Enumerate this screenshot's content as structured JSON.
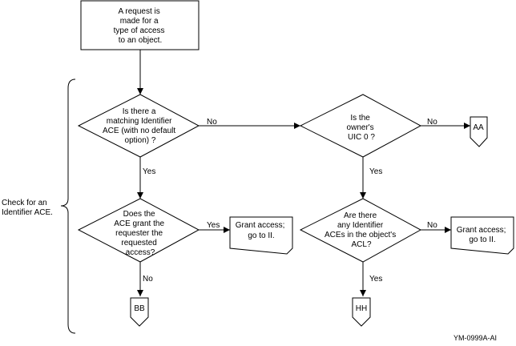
{
  "nodes": {
    "request": [
      "A request is",
      "made for a",
      "type of access",
      "to an object."
    ],
    "q_matching": [
      "Is there a",
      "matching Identifier",
      "ACE (with no default",
      "option) ?"
    ],
    "q_owner": [
      "Is the",
      "owner's",
      "UIC 0 ?"
    ],
    "q_grant": [
      "Does the",
      "ACE grant the",
      "requester the",
      "requested",
      "access?"
    ],
    "q_any": [
      "Are there",
      "any Identifier",
      "ACEs in the object's",
      "ACL?"
    ],
    "grant_left": [
      "Grant access;",
      "go to II."
    ],
    "grant_right": [
      "Grant access;",
      "go to II."
    ],
    "conn_aa": "AA",
    "conn_bb": "BB",
    "conn_hh": "HH"
  },
  "edges": {
    "matching_no": "No",
    "matching_yes": "Yes",
    "owner_no": "No",
    "owner_yes": "Yes",
    "grant_yes": "Yes",
    "grant_no": "No",
    "any_no": "No",
    "any_yes": "Yes"
  },
  "side_label": [
    "Check for an",
    "Identifier ACE."
  ],
  "figure_id": "YM-0999A-AI"
}
